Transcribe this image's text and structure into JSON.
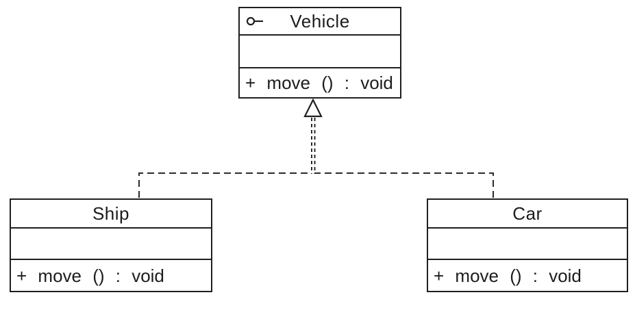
{
  "diagram": {
    "type": "uml-class-diagram",
    "background_color": "#ffffff",
    "line_color": "#1f1f1f",
    "text_color": "#1c1c1c",
    "classes": [
      {
        "name": "Vehicle",
        "kind": "interface",
        "icon": "interface-lollipop-icon",
        "attributes": [],
        "operations": [
          "+ move () : void"
        ]
      },
      {
        "name": "Ship",
        "kind": "class",
        "attributes": [],
        "operations": [
          "+ move () : void"
        ]
      },
      {
        "name": "Car",
        "kind": "class",
        "attributes": [],
        "operations": [
          "+ move () : void"
        ]
      }
    ],
    "relationships": [
      {
        "type": "realization",
        "from": "Ship",
        "to": "Vehicle",
        "line_style": "dashed",
        "arrowhead": "hollow-triangle"
      },
      {
        "type": "realization",
        "from": "Car",
        "to": "Vehicle",
        "line_style": "dashed",
        "arrowhead": "hollow-triangle"
      }
    ]
  }
}
